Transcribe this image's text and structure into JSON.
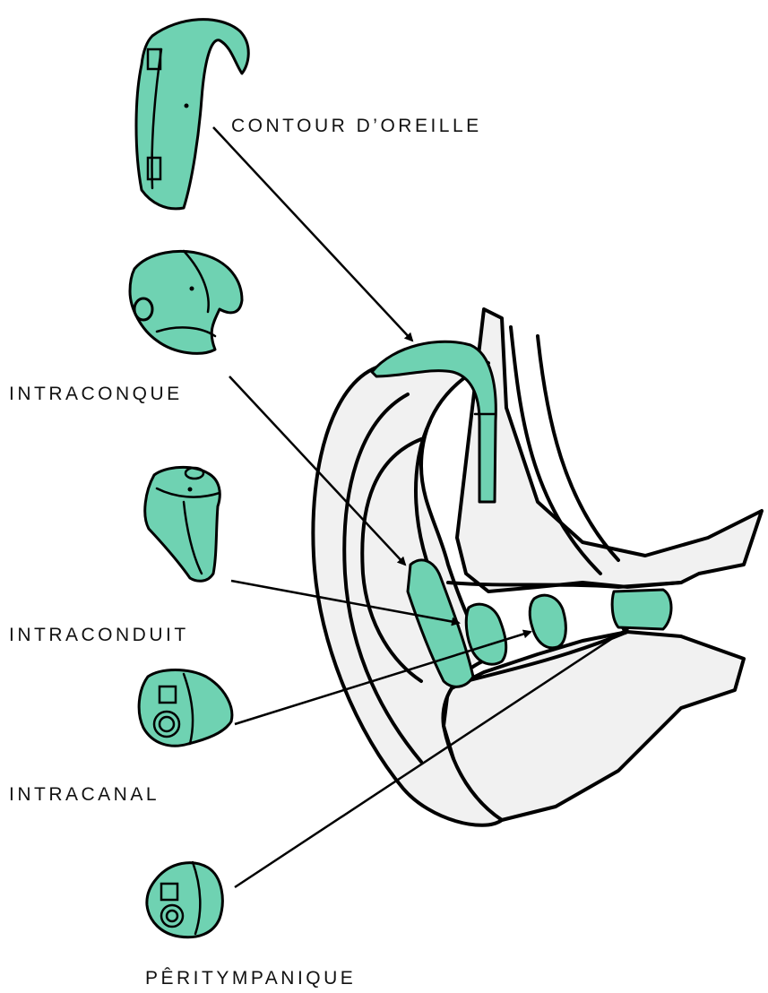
{
  "labels": {
    "bte": "CONTOUR D’OREILLE",
    "ite": "INTRACONQUE",
    "itc": "INTRACONDUIT",
    "cic": "INTRACANAL",
    "peri": "PÊRITYMPANIQUE"
  },
  "colors": {
    "device_fill": "#6fd2b2",
    "outline": "#000000",
    "tissue": "#f1f1f1",
    "background": "#ffffff"
  }
}
